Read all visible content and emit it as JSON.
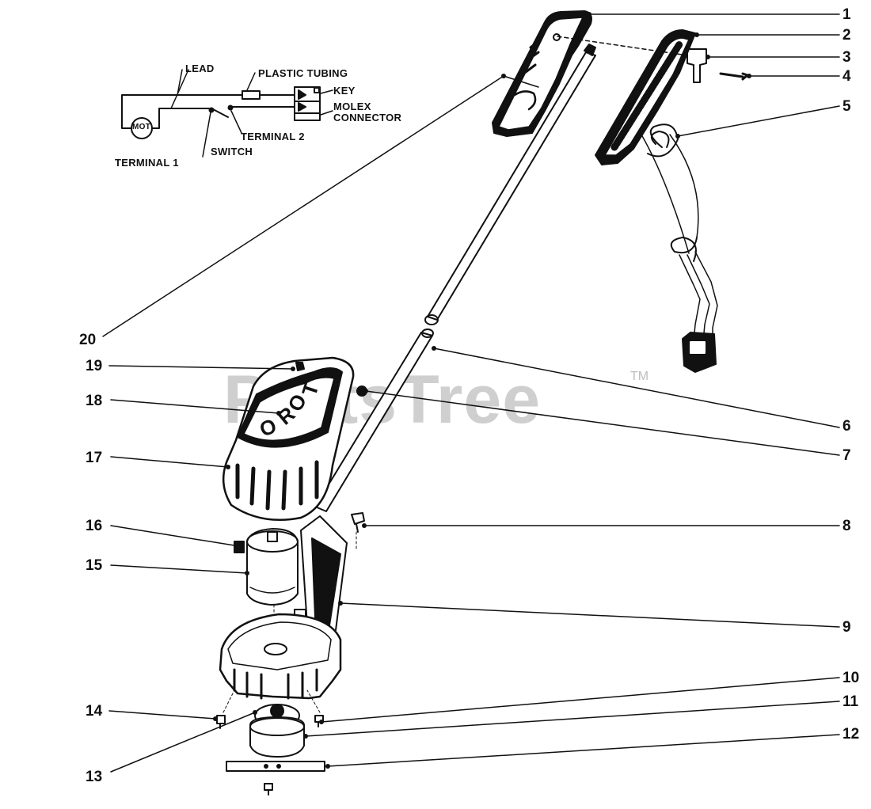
{
  "watermark": {
    "brand": "PartsTree",
    "trademark": "TM"
  },
  "wiring": {
    "lead": "LEAD",
    "plastic_tubing": "PLASTIC TUBING",
    "key": "KEY",
    "molex_line1": "MOLEX",
    "molex_line2": "CONNECTOR",
    "terminal_2": "TERMINAL 2",
    "switch": "SWITCH",
    "terminal_1": "TERMINAL 1",
    "motor": "MOT"
  },
  "housing_logo": [
    "T",
    "O",
    "R",
    "O"
  ],
  "callouts": {
    "c1": "1",
    "c2": "2",
    "c3": "3",
    "c4": "4",
    "c5": "5",
    "c6": "6",
    "c7": "7",
    "c8": "8",
    "c9": "9",
    "c10": "10",
    "c11": "11",
    "c12": "12",
    "c13": "13",
    "c14": "14",
    "c15": "15",
    "c16": "16",
    "c17": "17",
    "c18": "18",
    "c19": "19",
    "c20": "20"
  }
}
